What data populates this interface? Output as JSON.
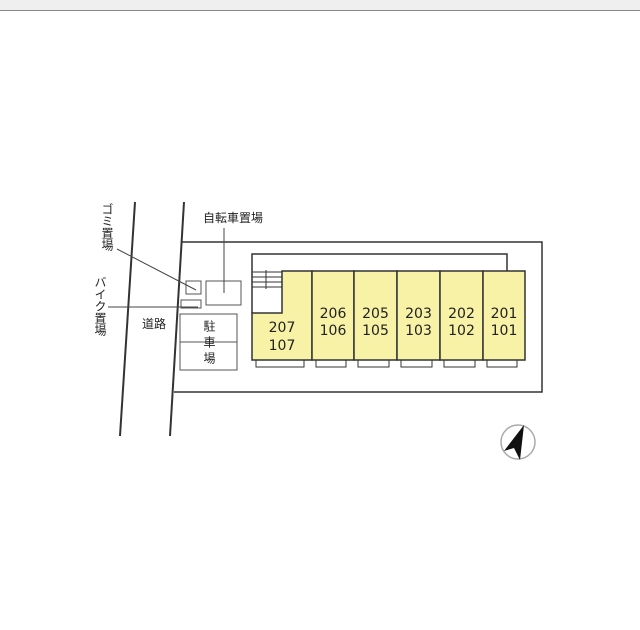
{
  "labels": {
    "garbage": "ゴミ置場",
    "bike": "バイク置場",
    "road": "道路",
    "bicycle": "自転車置場",
    "parking": "駐車場"
  },
  "units": [
    {
      "upper": "207",
      "lower": "107"
    },
    {
      "upper": "206",
      "lower": "106"
    },
    {
      "upper": "205",
      "lower": "105"
    },
    {
      "upper": "203",
      "lower": "103"
    },
    {
      "upper": "202",
      "lower": "102"
    },
    {
      "upper": "201",
      "lower": "101"
    }
  ],
  "colors": {
    "unit_fill": "#f7f2a6",
    "line": "#333333"
  },
  "compass": "north-arrow"
}
